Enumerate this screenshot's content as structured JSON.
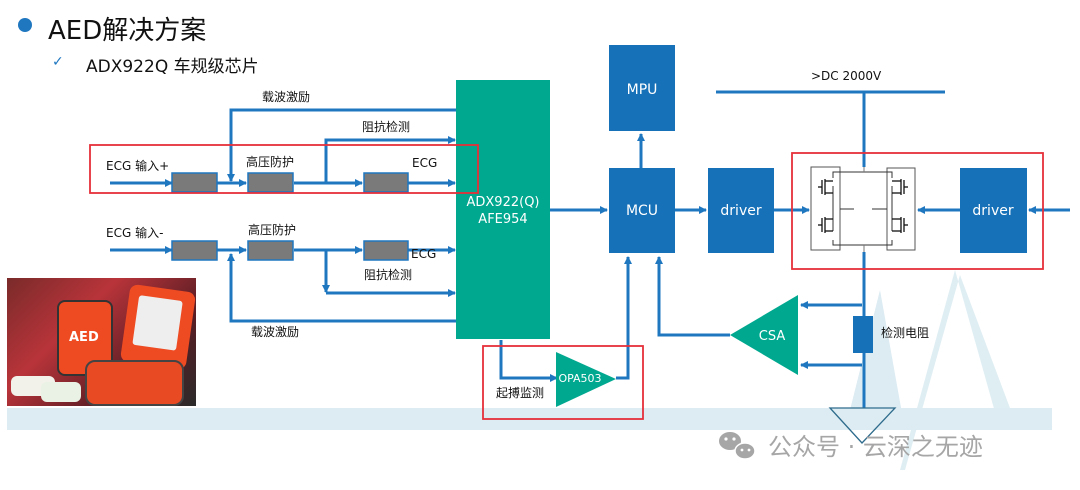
{
  "header": {
    "title": "AED解决方案",
    "subtitle": "ADX922Q 车规级芯片",
    "check_icon": "✓"
  },
  "diagram": {
    "colors": {
      "line": "#1f77c0",
      "block_blue": "#1671b8",
      "block_teal": "#00a88f",
      "block_gray": "#7a7a7a",
      "highlight": "#e5303a",
      "watermark_shape": "#dcecf2"
    },
    "labels": {
      "carrier_top": "载波激励",
      "impedance_top": "阻抗检测",
      "ecg_in_plus": "ECG 输入+",
      "hv_protect_top": "高压防护",
      "ecg_top": "ECG",
      "ecg_in_minus": "ECG 输入-",
      "hv_protect_bottom": "高压防护",
      "ecg_bottom": "ECG",
      "impedance_bottom": "阻抗检测",
      "carrier_bottom": "载波激励",
      "pacing_monitor": "起搏监测",
      "dc_voltage": ">DC 2000V",
      "sense_resistor": "检测电阻"
    },
    "blocks": {
      "afe_line1": "ADX922(Q)",
      "afe_line2": "AFE954",
      "mpu": "MPU",
      "mcu": "MCU",
      "driver_left": "driver",
      "driver_right": "driver",
      "csa": "CSA",
      "opa": "OPA503"
    }
  },
  "photo": {
    "device_label": "AED"
  },
  "watermark": {
    "icon": "wechat-icon",
    "text": "公众号 · 云深之无迹"
  }
}
